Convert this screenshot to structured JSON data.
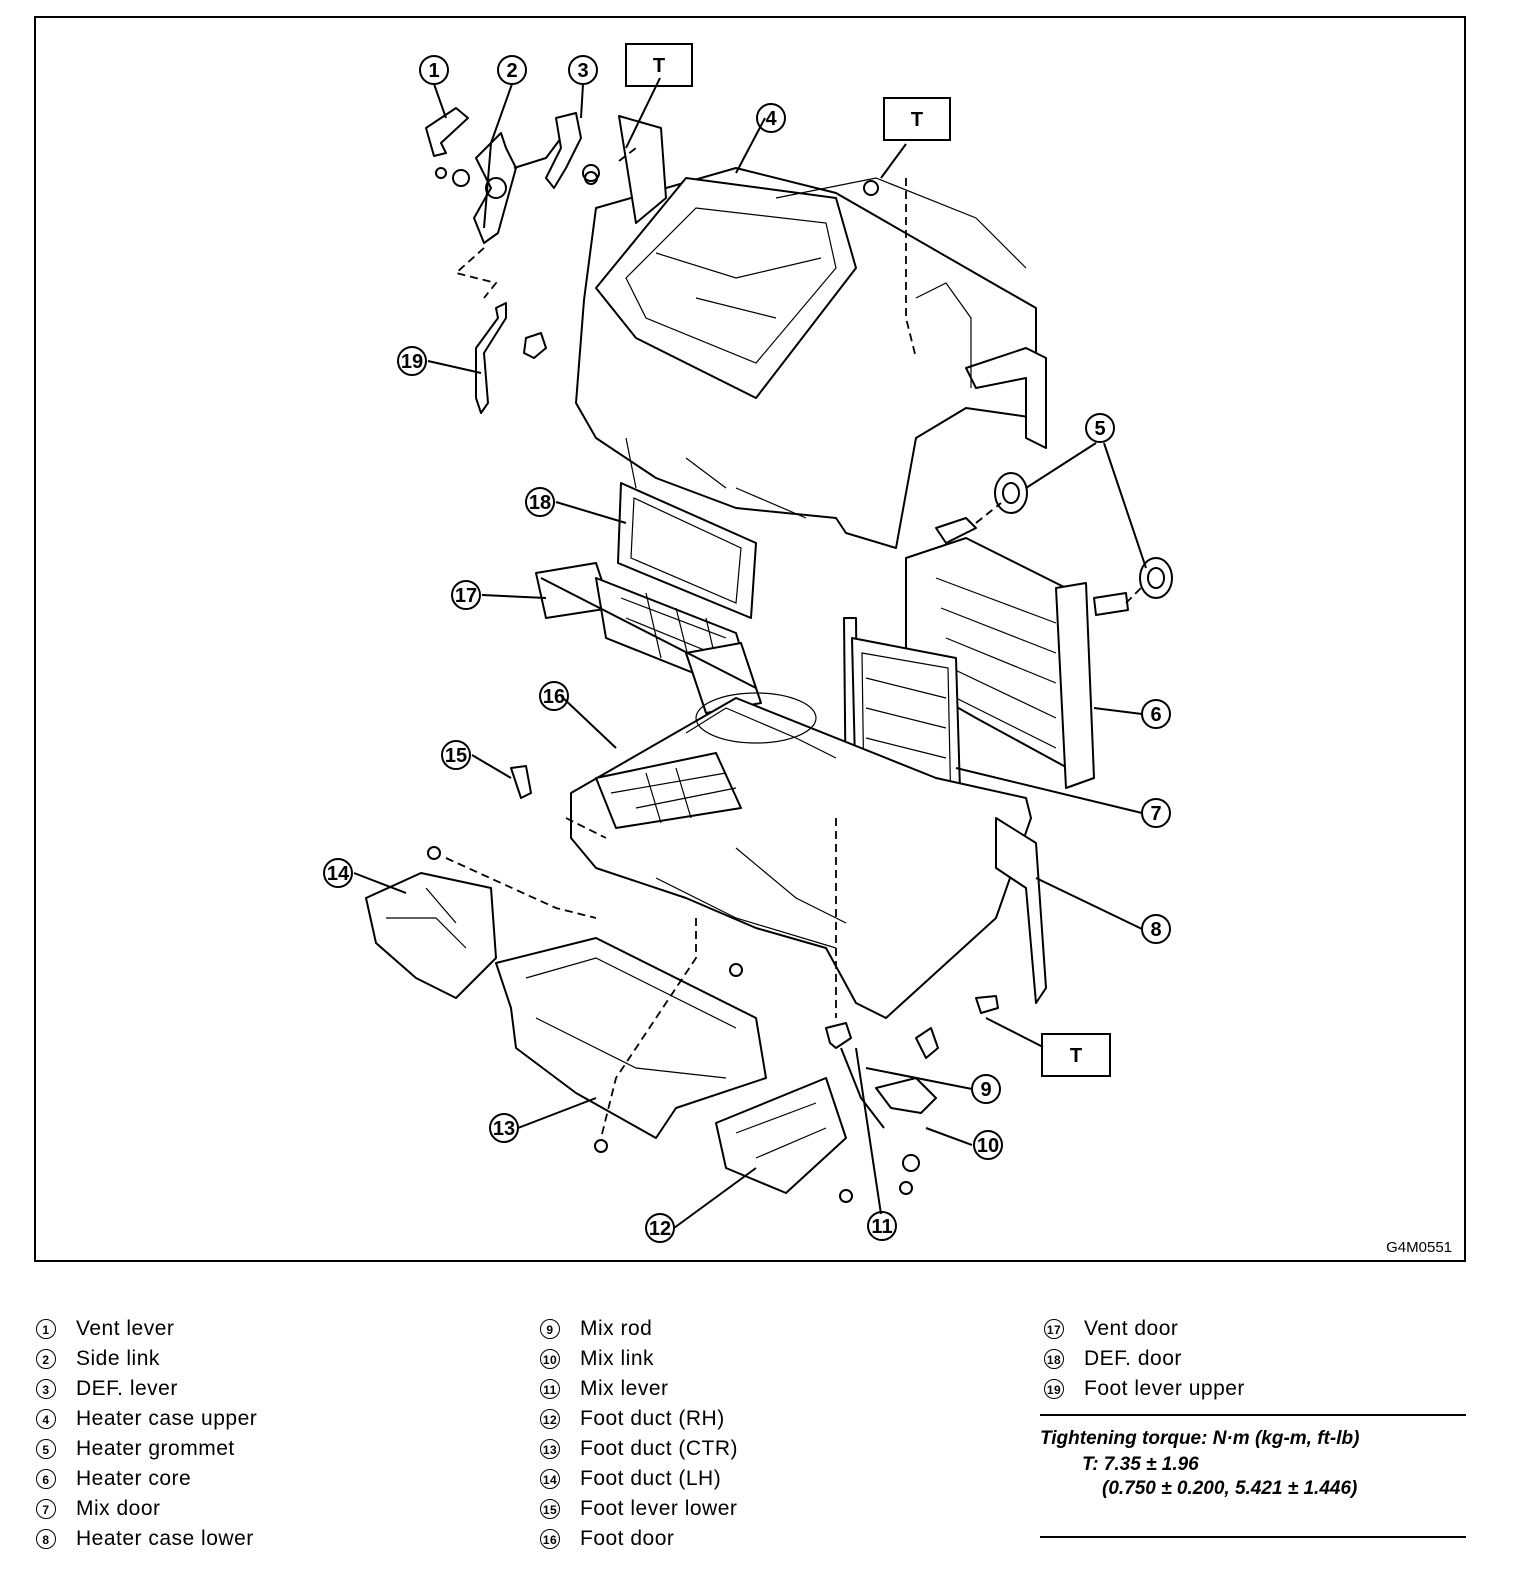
{
  "figure": {
    "code": "G4M0551",
    "torque_flag": "T",
    "callouts": [
      "1",
      "2",
      "3",
      "4",
      "5",
      "6",
      "7",
      "8",
      "9",
      "10",
      "11",
      "12",
      "13",
      "14",
      "15",
      "16",
      "17",
      "18",
      "19"
    ]
  },
  "legend": {
    "columns": [
      [
        {
          "num": "1",
          "label": "Vent lever"
        },
        {
          "num": "2",
          "label": "Side link"
        },
        {
          "num": "3",
          "label": "DEF. lever"
        },
        {
          "num": "4",
          "label": "Heater case upper"
        },
        {
          "num": "5",
          "label": "Heater grommet"
        },
        {
          "num": "6",
          "label": "Heater core"
        },
        {
          "num": "7",
          "label": "Mix door"
        },
        {
          "num": "8",
          "label": "Heater case lower"
        }
      ],
      [
        {
          "num": "9",
          "label": "Mix rod"
        },
        {
          "num": "10",
          "label": "Mix link"
        },
        {
          "num": "11",
          "label": "Mix lever"
        },
        {
          "num": "12",
          "label": "Foot duct (RH)"
        },
        {
          "num": "13",
          "label": "Foot duct (CTR)"
        },
        {
          "num": "14",
          "label": "Foot duct (LH)"
        },
        {
          "num": "15",
          "label": "Foot lever lower"
        },
        {
          "num": "16",
          "label": "Foot door"
        }
      ],
      [
        {
          "num": "17",
          "label": "Vent door"
        },
        {
          "num": "18",
          "label": "DEF. door"
        },
        {
          "num": "19",
          "label": "Foot lever upper"
        }
      ]
    ]
  },
  "torque": {
    "title": "Tightening torque: N·m (kg-m, ft-lb)",
    "line1": "T: 7.35 ± 1.96",
    "line2": "(0.750 ± 0.200, 5.421 ± 1.446)"
  }
}
